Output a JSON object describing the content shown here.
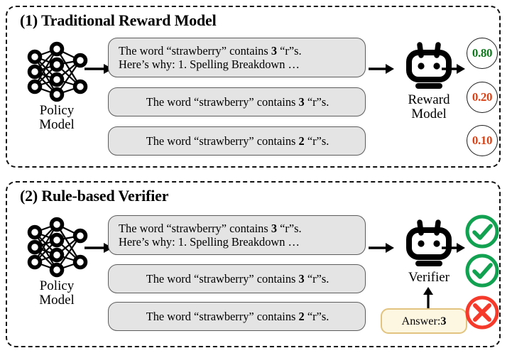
{
  "figure": {
    "title": "Traditional Reward Model vs Rule-based Verifier",
    "colors": {
      "score_high": "#12791f",
      "score_low": "#d8441a",
      "verdict_correct": "#12a150",
      "verdict_wrong": "#f5392a",
      "message_fill": "#e4e4e4",
      "message_stroke": "#5c5c5c",
      "answer_fill": "#fdf6e0",
      "answer_stroke": "#e2c480",
      "panel_stroke": "#111111"
    }
  },
  "panels": [
    {
      "id": "traditional-reward-model",
      "title": "(1) Traditional Reward Model",
      "policy": {
        "icon": "neural-network-icon",
        "caption_line1": "Policy",
        "caption_line2": "Model"
      },
      "judge": {
        "icon": "robot-icon",
        "caption_line1": "Reward",
        "caption_line2": "Model"
      },
      "messages": [
        {
          "line1_pre": "The word “strawberry” contains ",
          "line1_bold": "3",
          "line1_post": " “r”s.",
          "line2": "Here’s why: 1. Spelling Breakdown …"
        },
        {
          "line1_pre": "The word “strawberry” contains ",
          "line1_bold": "3",
          "line1_post": " “r”s.",
          "line2": ""
        },
        {
          "line1_pre": "The word “strawberry” contains ",
          "line1_bold": "2",
          "line1_post": " “r”s.",
          "line2": ""
        }
      ],
      "outputs": [
        {
          "kind": "score",
          "value": "0.80",
          "color": "#12791f"
        },
        {
          "kind": "score",
          "value": "0.20",
          "color": "#d8441a"
        },
        {
          "kind": "score",
          "value": "0.10",
          "color": "#d8441a"
        }
      ]
    },
    {
      "id": "rule-based-verifier",
      "title": "(2) Rule-based Verifier",
      "policy": {
        "icon": "neural-network-icon",
        "caption_line1": "Policy",
        "caption_line2": "Model"
      },
      "judge": {
        "icon": "robot-icon",
        "caption_line1": "Verifier",
        "caption_line2": ""
      },
      "messages": [
        {
          "line1_pre": "The word “strawberry” contains ",
          "line1_bold": "3",
          "line1_post": " “r”s.",
          "line2": "Here’s why: 1. Spelling Breakdown …"
        },
        {
          "line1_pre": "The word “strawberry” contains ",
          "line1_bold": "3",
          "line1_post": " “r”s.",
          "line2": ""
        },
        {
          "line1_pre": "The word “strawberry” contains ",
          "line1_bold": "2",
          "line1_post": " “r”s.",
          "line2": ""
        }
      ],
      "outputs": [
        {
          "kind": "check",
          "value": "correct",
          "color": "#12a150"
        },
        {
          "kind": "check",
          "value": "correct",
          "color": "#12a150"
        },
        {
          "kind": "cross",
          "value": "incorrect",
          "color": "#f5392a"
        }
      ],
      "answer_chip": {
        "label": "Answer: ",
        "value": "3"
      }
    }
  ]
}
